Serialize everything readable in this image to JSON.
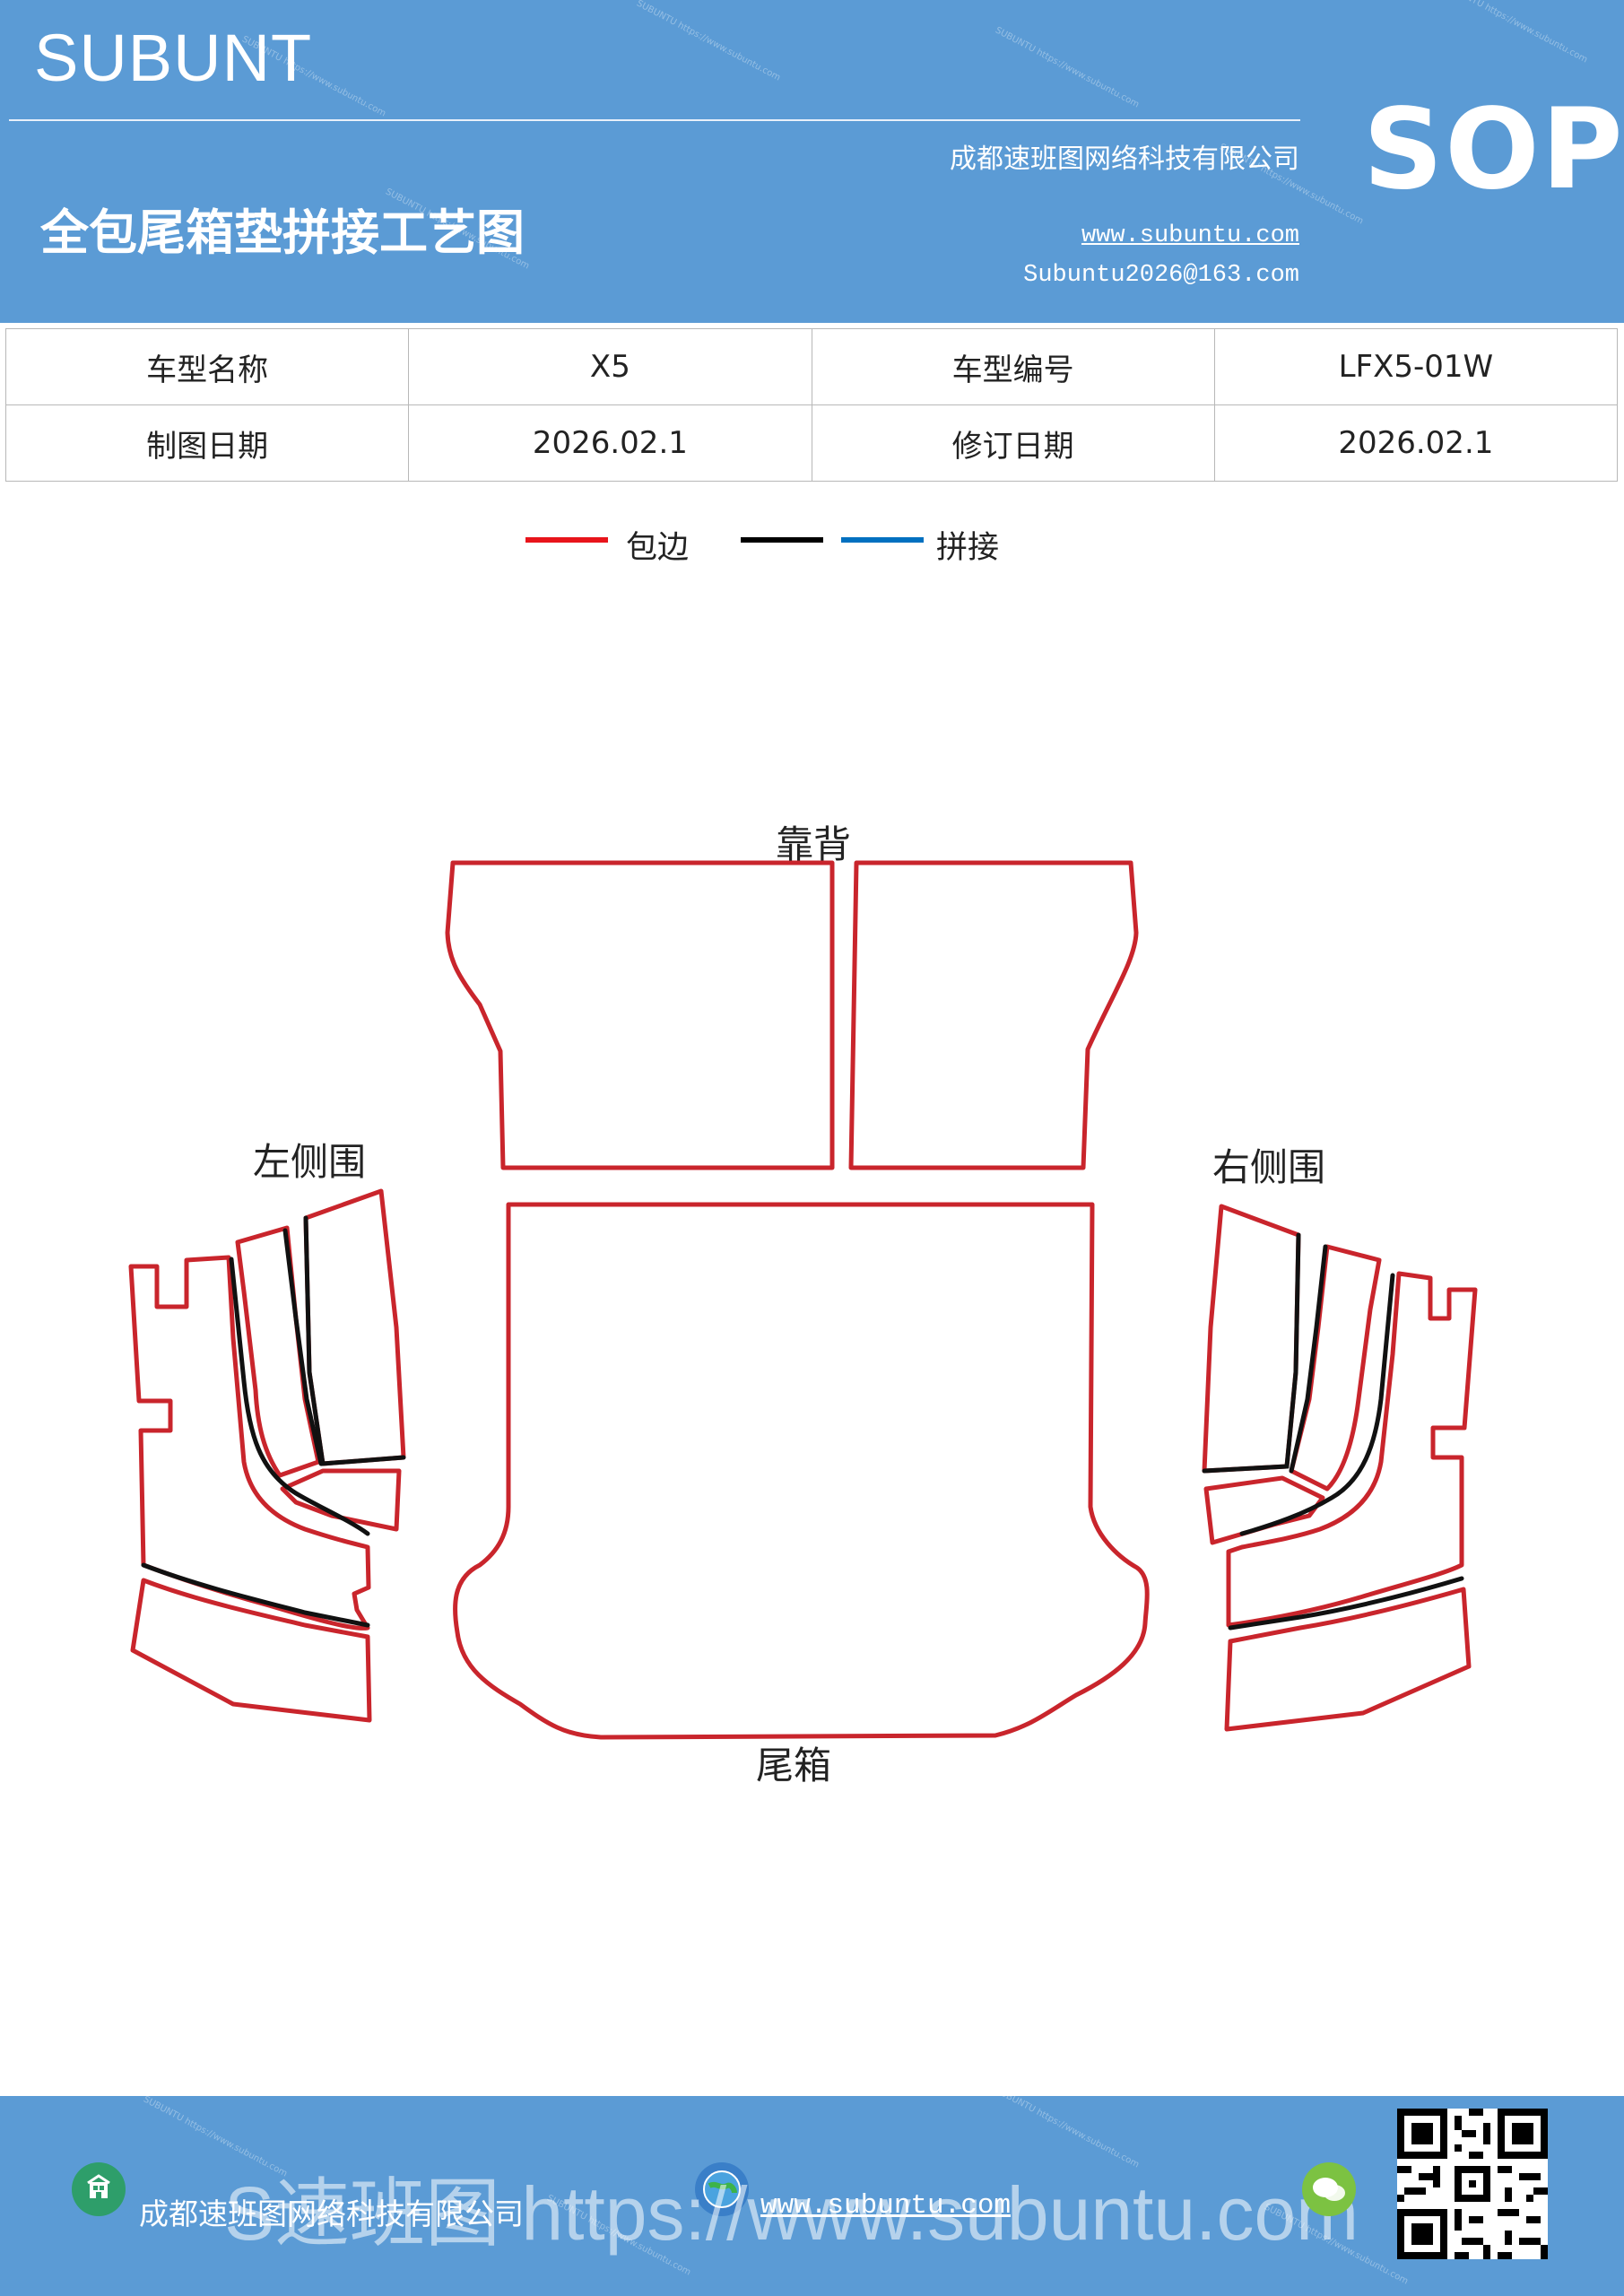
{
  "header": {
    "brand": "SUBUNT",
    "sop": "SOP",
    "company": "成都速班图网络科技有限公司",
    "title": "全包尾箱垫拼接工艺图",
    "website": "www.subuntu.com",
    "email": "Subuntu2026@163.com",
    "watermark": "SUBUNTU https://www.subuntu.com"
  },
  "info_table": {
    "rows": [
      [
        "车型名称",
        "X5",
        "车型编号",
        "LFX5-01W"
      ],
      [
        "制图日期",
        "2026.02.1",
        "修订日期",
        "2026.02.1"
      ]
    ]
  },
  "legend": {
    "items": [
      {
        "label": "包边",
        "color": "#e8141b"
      },
      {
        "label": "",
        "color": "#000000"
      },
      {
        "label": "拼接",
        "color": "#0070c0"
      }
    ]
  },
  "diagram": {
    "labels": {
      "backrest": "靠背",
      "left_side": "左侧围",
      "right_side": "右侧围",
      "trunk": "尾箱"
    },
    "colors": {
      "edge": "#c9252c",
      "seam": "#111111"
    }
  },
  "footer": {
    "company": "成都速班图网络科技有限公司",
    "website": "www.subuntu.com",
    "overlay": "S速班图 https://www.subuntu.com"
  }
}
